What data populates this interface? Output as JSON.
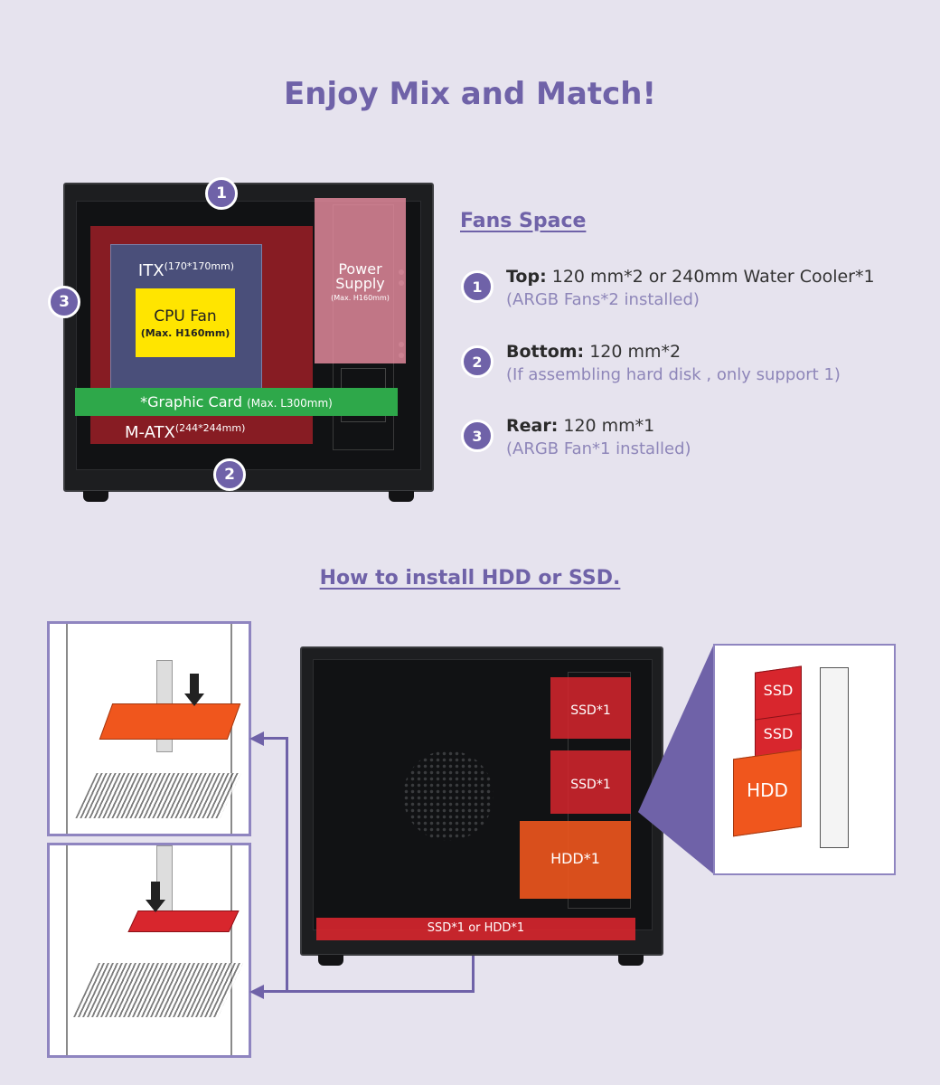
{
  "title": "Enjoy Mix and Match!",
  "case_diagram": {
    "itx_label": "ITX",
    "itx_size": "(170*170mm)",
    "cpu_fan_label": "CPU Fan",
    "cpu_fan_sub": "(Max. H160mm)",
    "psu_label_1": "Power",
    "psu_label_2": "Supply",
    "psu_sub": "(Max. H160mm)",
    "gpu_label": "*Graphic Card",
    "gpu_sub": "(Max. L300mm)",
    "matx_label": "M-ATX",
    "matx_size": "(244*244mm)",
    "markers": [
      "1",
      "2",
      "3"
    ]
  },
  "fans": {
    "title": "Fans Space",
    "items": [
      {
        "num": "1",
        "label": "Top:",
        "value": "120 mm*2 or 240mm Water Cooler*1",
        "note": "(ARGB Fans*2 installed)"
      },
      {
        "num": "2",
        "label": "Bottom:",
        "value": "120 mm*2",
        "note": "(If assembling hard disk , only support 1)"
      },
      {
        "num": "3",
        "label": "Rear:",
        "value": "120 mm*1",
        "note": "(ARGB Fan*1 installed)"
      }
    ]
  },
  "hdd": {
    "title": "How to install HDD or SSD.",
    "bays": [
      "SSD*1",
      "SSD*1",
      "HDD*1"
    ],
    "bottom_bay": "SSD*1 or HDD*1",
    "zoom_labels": [
      "SSD",
      "SSD",
      "HDD"
    ]
  },
  "colors": {
    "accent": "#6f62a8",
    "background": "#e6e3ee",
    "matx_red": "#9c1f26",
    "itx_blue": "#4a4f7a",
    "cpu_yellow": "#ffe500",
    "gpu_green": "#2ea84a",
    "ssd_red": "#d8262d",
    "hdd_orange": "#f0561d"
  }
}
